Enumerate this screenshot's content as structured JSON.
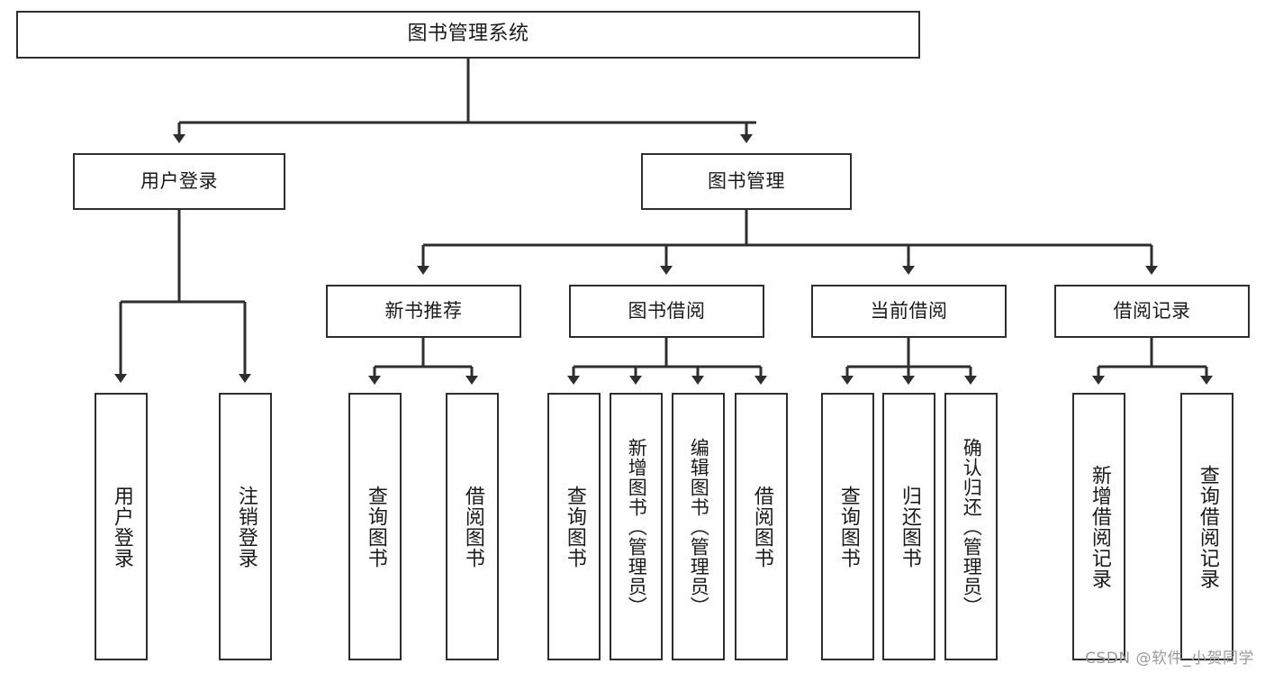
{
  "diagram": {
    "type": "tree",
    "title": "图书管理系统",
    "watermark": "CSDN @软件_小贺同学",
    "colors": {
      "stroke": "#2e2e2e",
      "fill": "#ffffff",
      "text": "#1a1a1a",
      "watermark": "#9a9a9a"
    },
    "nodes": {
      "root": {
        "label": "图书管理系统"
      },
      "level2": [
        {
          "id": "user-login",
          "label": "用户登录"
        },
        {
          "id": "book-manage",
          "label": "图书管理"
        }
      ],
      "level3": [
        {
          "id": "new-book-recommend",
          "label": "新书推荐"
        },
        {
          "id": "book-borrow",
          "label": "图书借阅"
        },
        {
          "id": "current-borrow",
          "label": "当前借阅"
        },
        {
          "id": "borrow-record",
          "label": "借阅记录"
        }
      ],
      "leaves": [
        {
          "id": "leaf-user-login",
          "label": "用户登录"
        },
        {
          "id": "leaf-logout-login",
          "label": "注销登录"
        },
        {
          "id": "leaf-query-book-1",
          "label": "查询图书"
        },
        {
          "id": "leaf-borrow-book-1",
          "label": "借阅图书"
        },
        {
          "id": "leaf-query-book-2",
          "label": "查询图书"
        },
        {
          "id": "leaf-add-book",
          "label": "新增图书（管理员）"
        },
        {
          "id": "leaf-edit-book",
          "label": "编辑图书（管理员）"
        },
        {
          "id": "leaf-borrow-book-2",
          "label": "借阅图书"
        },
        {
          "id": "leaf-query-book-3",
          "label": "查询图书"
        },
        {
          "id": "leaf-return-book",
          "label": "归还图书"
        },
        {
          "id": "leaf-confirm-return",
          "label": "确认归还（管理员）"
        },
        {
          "id": "leaf-add-record",
          "label": "新增借阅记录"
        },
        {
          "id": "leaf-query-record",
          "label": "查询借阅记录"
        }
      ]
    }
  }
}
